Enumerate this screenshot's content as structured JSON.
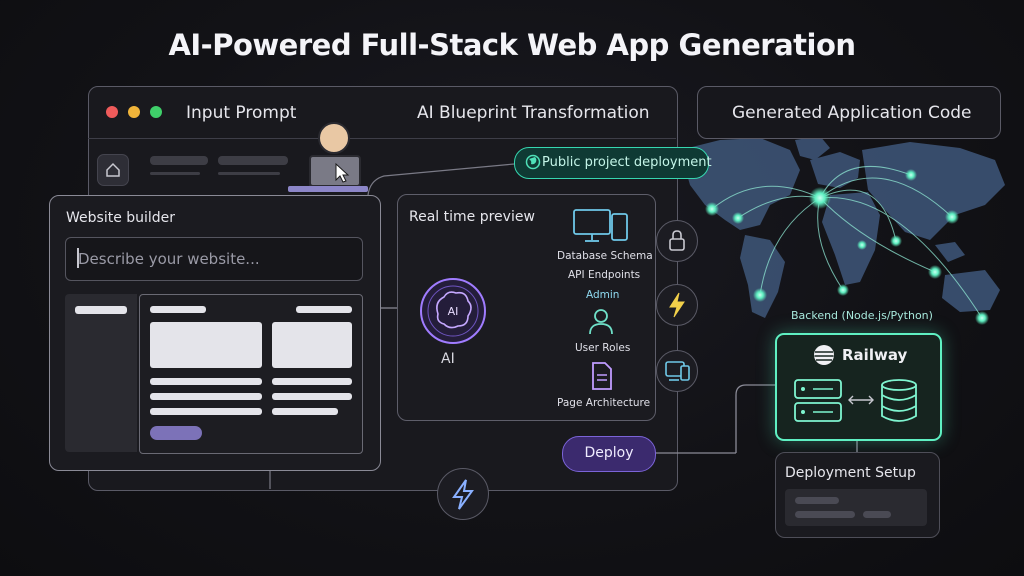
{
  "title": "AI-Powered Full-Stack Web App Generation",
  "window": {
    "input_prompt": "Input Prompt",
    "blueprint": "AI Blueprint Transformation",
    "generated_code": "Generated Application Code"
  },
  "builder": {
    "title": "Website builder",
    "placeholder": "Describe your website..."
  },
  "preview": {
    "title": "Real time preview",
    "ai_label": "AI",
    "ai_chip": "AI",
    "nodes": [
      "Database Schema",
      "API Endpoints",
      "Admin",
      "User Roles",
      "Page Architecture"
    ]
  },
  "deploy_button": "Deploy",
  "public_badge": "Public project deployment",
  "backend_label": "Backend (Node.js/Python)",
  "railway": "Railway",
  "deployment_setup": "Deployment Setup",
  "colors": {
    "accent_teal": "#36d6b0",
    "accent_purple": "#8a6cf0",
    "map": "#3a5070",
    "glow": "#5ff0c2"
  },
  "icons": [
    "home-icon",
    "user-laptop-icon",
    "cursor-icon",
    "brain-icon",
    "monitor-devices-icon",
    "user-icon",
    "document-icon",
    "lock-icon",
    "lightning-icon",
    "devices-icon",
    "globe-icon",
    "railway-logo-icon",
    "server-icon",
    "database-icon",
    "exchange-arrows-icon"
  ]
}
